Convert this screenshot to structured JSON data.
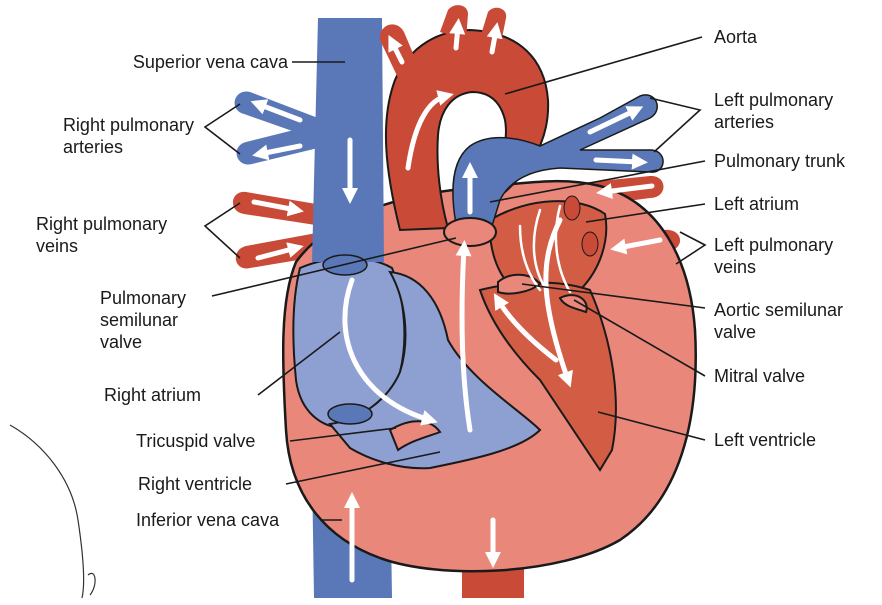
{
  "colors": {
    "vein_blue": "#5a78b8",
    "vein_blue_light": "#8e9fd2",
    "artery_red": "#c94a36",
    "heart_wall": "#e9877a",
    "left_chamber": "#d25c44",
    "outline": "#1a1a1a",
    "arrow": "#ffffff",
    "leader": "#1a1a1a"
  },
  "labels": {
    "superior_vena_cava": "Superior vena cava",
    "right_pulmonary_arteries": [
      "Right pulmonary",
      "arteries"
    ],
    "right_pulmonary_veins": [
      "Right pulmonary",
      "veins"
    ],
    "pulmonary_semilunar_valve": [
      "Pulmonary",
      "semilunar",
      "valve"
    ],
    "right_atrium": "Right atrium",
    "tricuspid_valve": "Tricuspid valve",
    "right_ventricle": "Right ventricle",
    "inferior_vena_cava": "Inferior vena cava",
    "aorta": "Aorta",
    "left_pulmonary_arteries": [
      "Left pulmonary",
      "arteries"
    ],
    "pulmonary_trunk": "Pulmonary trunk",
    "left_atrium": "Left atrium",
    "left_pulmonary_veins": [
      "Left pulmonary",
      "veins"
    ],
    "aortic_semilunar_valve": [
      "Aortic semilunar",
      "valve"
    ],
    "mitral_valve": "Mitral valve",
    "left_ventricle": "Left ventricle"
  }
}
